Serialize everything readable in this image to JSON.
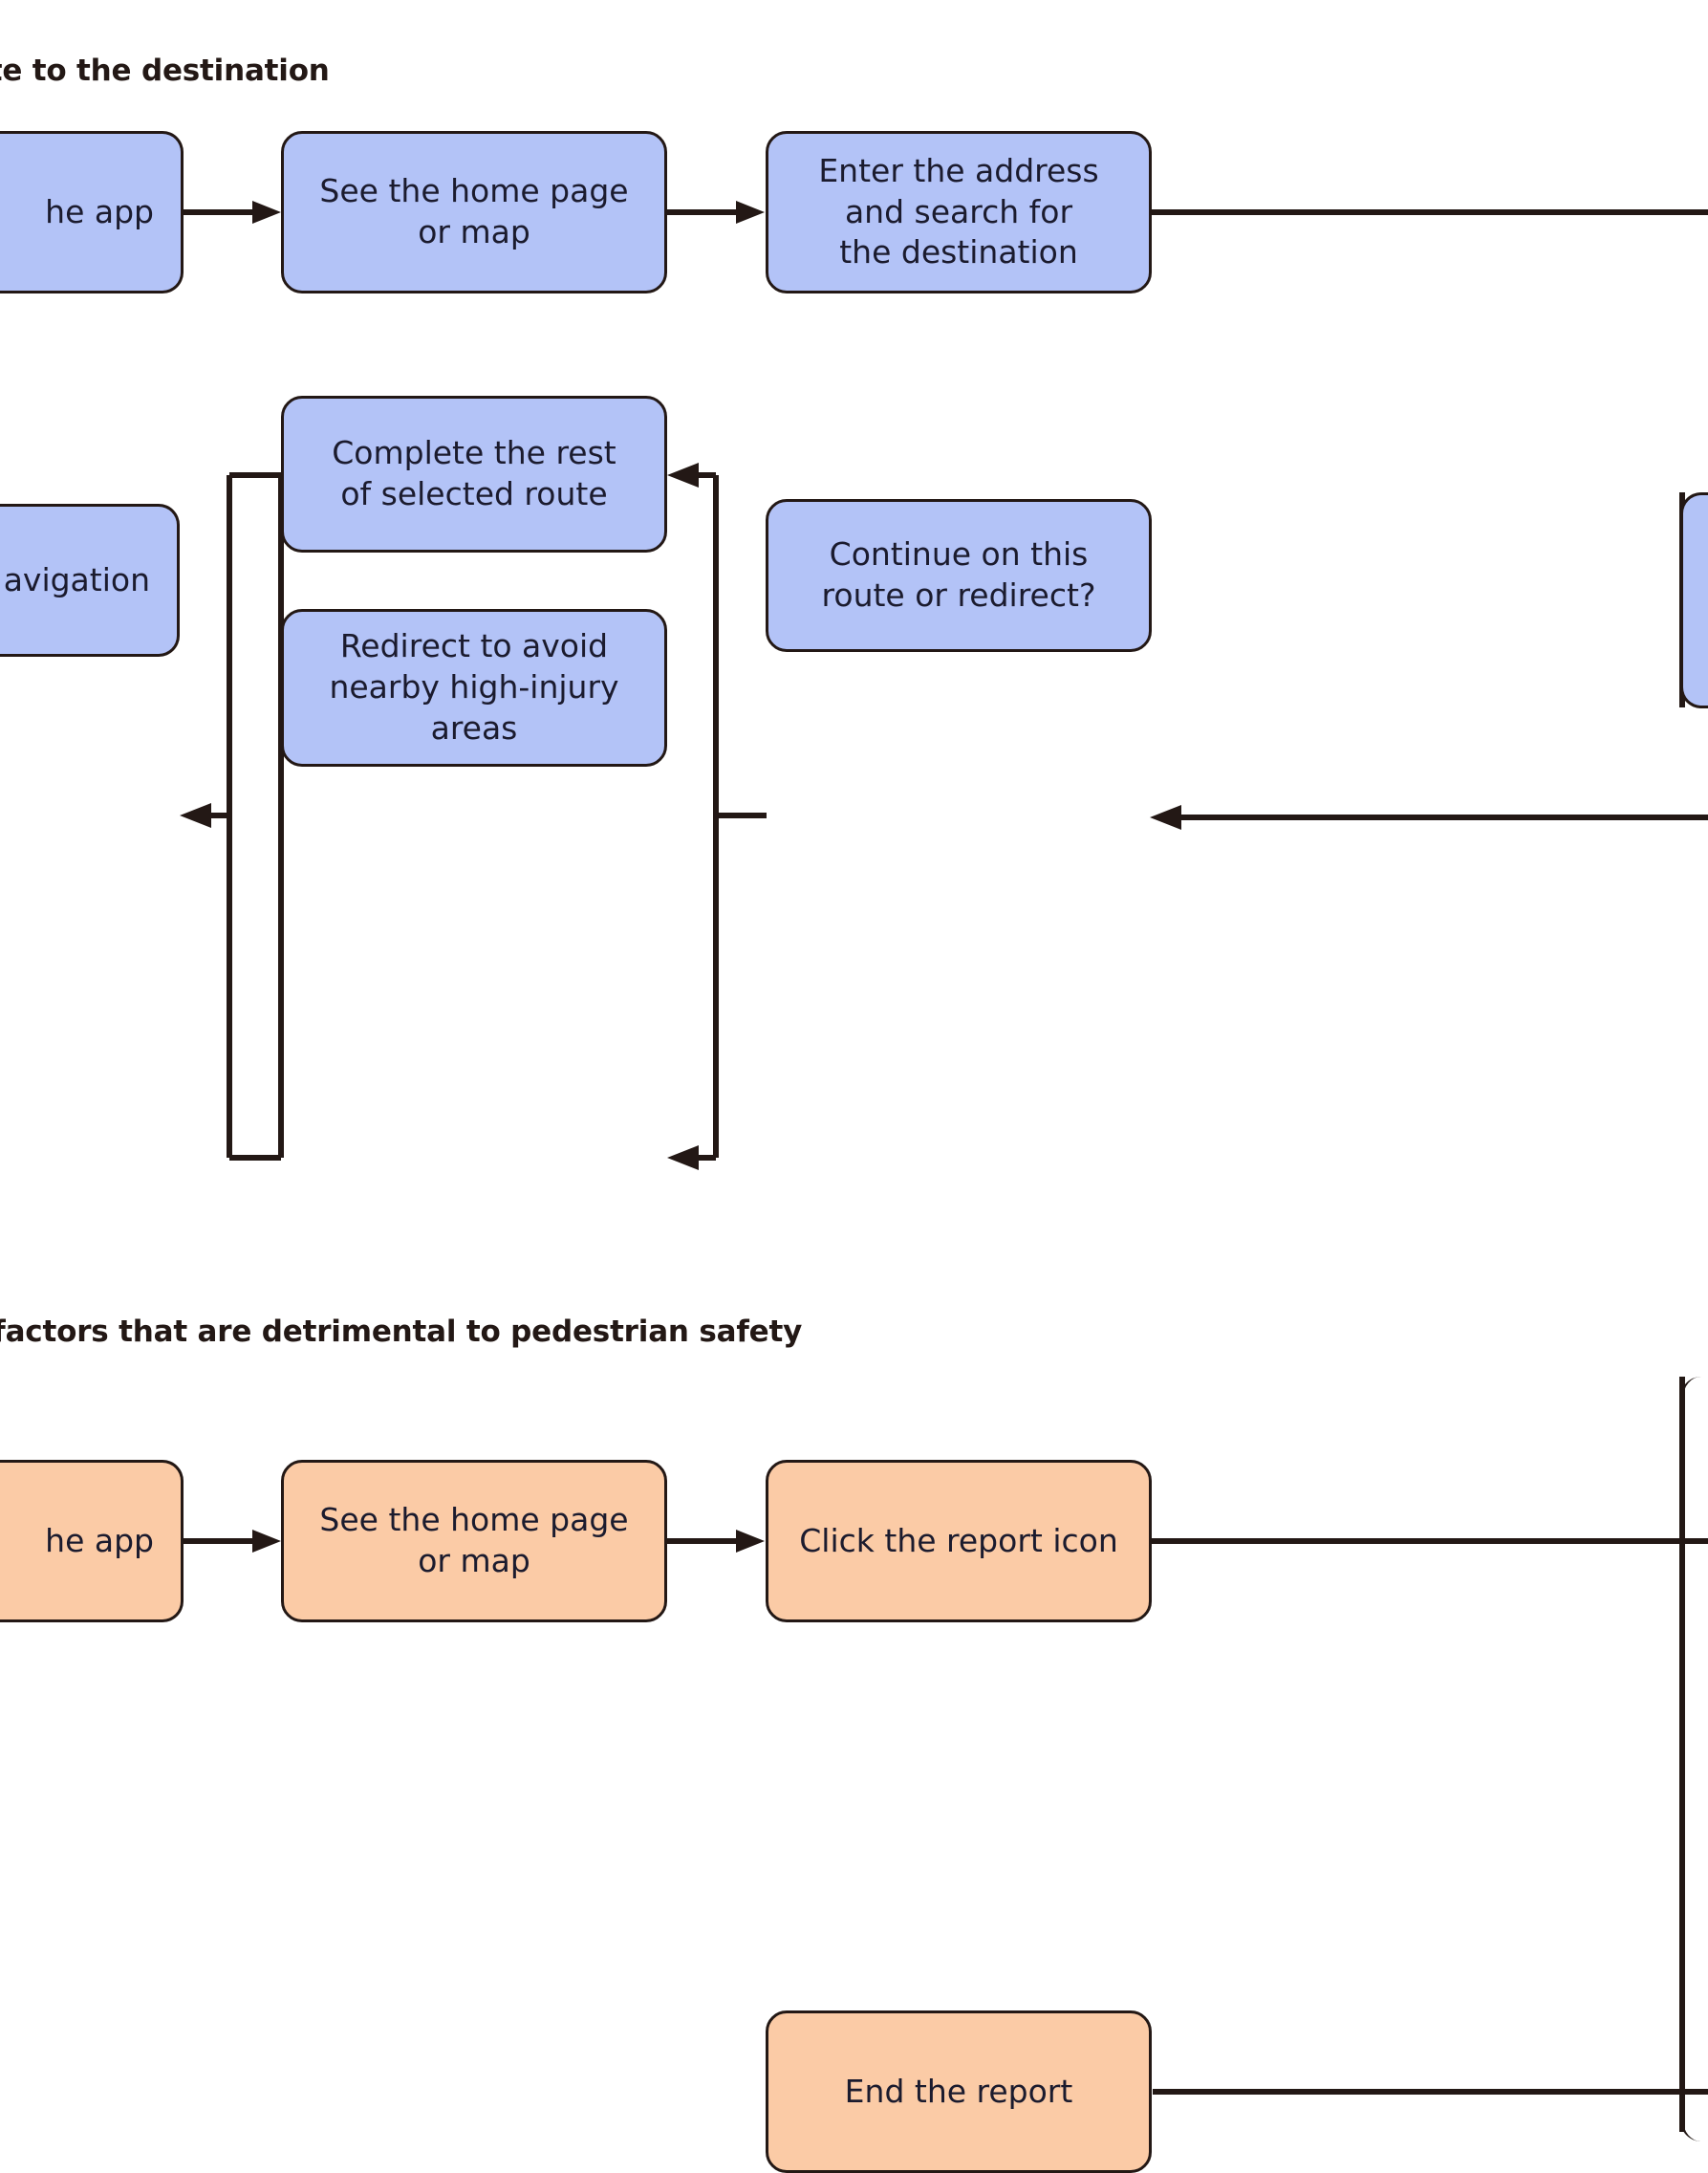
{
  "page": {
    "background": "#ffffff",
    "stroke_color": "#231815",
    "text_color": "#1b1b2e"
  },
  "sections": [
    {
      "id": "navigate",
      "title": "gate to the destination",
      "accent": "#b3c3f7",
      "nodes": [
        {
          "id": "nav-open-app",
          "label": "he app"
        },
        {
          "id": "nav-home-page",
          "label": "See the home page\nor map"
        },
        {
          "id": "nav-enter-address",
          "label": "Enter the address\nand search for\nthe destination"
        },
        {
          "id": "nav-navigation",
          "label": "avigation"
        },
        {
          "id": "nav-complete-route",
          "label": "Complete the rest\nof  selected route"
        },
        {
          "id": "nav-redirect",
          "label": "Redirect to avoid\nnearby high-injury\nareas"
        },
        {
          "id": "nav-decision",
          "label": "Continue on this\nroute or redirect?"
        }
      ]
    },
    {
      "id": "report",
      "title": "rt factors that are detrimental to pedestrian safety",
      "accent": "#fbcba6",
      "nodes": [
        {
          "id": "rep-open-app",
          "label": "he app"
        },
        {
          "id": "rep-home-page",
          "label": "See the home page\nor map"
        },
        {
          "id": "rep-report-icon",
          "label": "Click the report icon"
        },
        {
          "id": "rep-end-report",
          "label": "End the report"
        }
      ]
    }
  ],
  "labels": {
    "nav_title": "gate to the destination",
    "report_title": "rt factors that are detrimental to pedestrian safety",
    "n1": "he app",
    "n2": "See the home page\nor map",
    "n3": "Enter the address\nand search for\nthe destination",
    "n4": "avigation",
    "n5": "Complete the rest\nof  selected route",
    "n6": "Redirect to avoid\nnearby high-injury\nareas",
    "n7": "Continue on this\nroute or redirect?",
    "o1": "he app",
    "o2": "See the home page\nor map",
    "o3": "Click the report icon",
    "o4": "End the report"
  }
}
